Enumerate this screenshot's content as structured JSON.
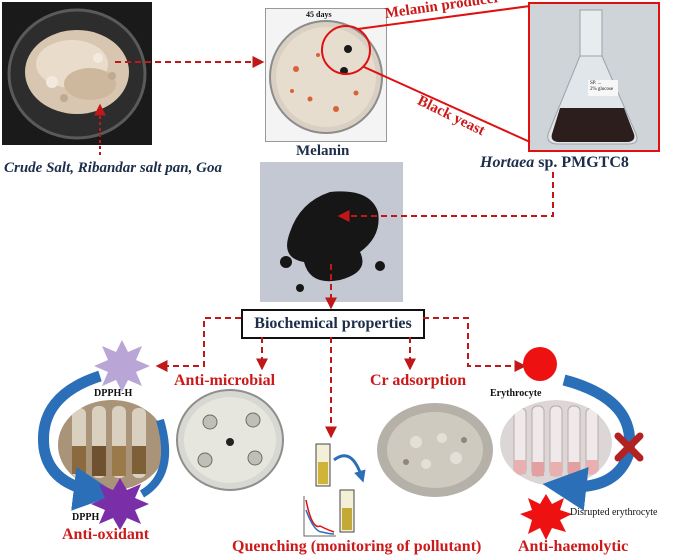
{
  "photos": {
    "crude_salt_caption": "Crude Salt, Ribandar salt pan, Goa",
    "plate_days": "45 days",
    "plate_caption": "Melanin",
    "flask_caption_italic": "Hortaea",
    "flask_caption_rest": " sp. PMGTC8",
    "flask_label_1": "SP. ...",
    "flask_label_2": "2% glucose"
  },
  "callouts": {
    "melanin_producer": "Melanin producer",
    "black_yeast": "Black yeast"
  },
  "biochemical": {
    "title": "Biochemical properties"
  },
  "properties": {
    "antioxidant": {
      "title": "Anti-oxidant",
      "dpph_h": "DPPH-H",
      "dpph": "DPPH"
    },
    "antimicrobial": {
      "title": "Anti-microbial"
    },
    "quenching": {
      "title": "Quenching (monitoring of pollutant)"
    },
    "cr_adsorption": {
      "title": "Cr adsorption"
    },
    "antihaemolytic": {
      "title": "Anti-haemolytic",
      "erythrocyte": "Erythrocyte",
      "disrupted": "Disrupted erythrocyte"
    }
  },
  "colors": {
    "arrow_red": "#c01818",
    "callout_red": "#e01010",
    "cycle_blue": "#2a6fb8",
    "title_navy": "#1c2e4a",
    "burst_purple": "#7a2fa8",
    "burst_lilac": "#b9a6d6"
  }
}
